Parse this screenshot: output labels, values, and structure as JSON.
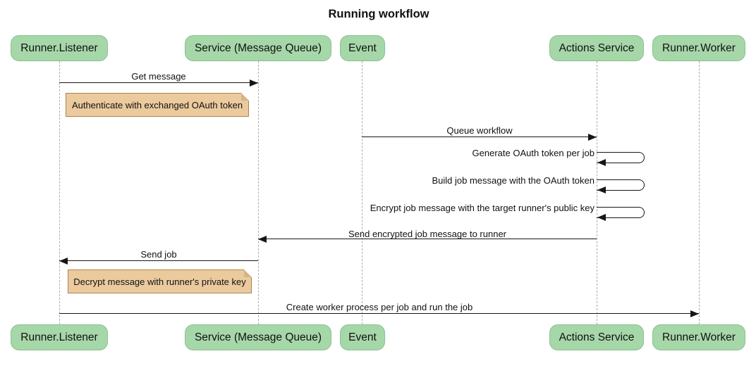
{
  "title": "Running workflow",
  "diagram_type": "sequence",
  "participants": [
    {
      "label": "Runner.Listener"
    },
    {
      "label": "Service (Message Queue)"
    },
    {
      "label": "Event"
    },
    {
      "label": "Actions Service"
    },
    {
      "label": "Runner.Worker"
    }
  ],
  "messages": [
    {
      "label": "Get message",
      "from": "Runner.Listener",
      "to": "Service (Message Queue)"
    },
    {
      "label": "Queue workflow",
      "from": "Event",
      "to": "Actions Service"
    },
    {
      "label": "Generate OAuth token per job",
      "from": "Actions Service",
      "to": "Actions Service",
      "self_loop": true
    },
    {
      "label": "Build job message with the OAuth token",
      "from": "Actions Service",
      "to": "Actions Service",
      "self_loop": true
    },
    {
      "label": "Encrypt job message with the target runner's public key",
      "from": "Actions Service",
      "to": "Actions Service",
      "self_loop": true
    },
    {
      "label": "Send encrypted job message to runner",
      "from": "Actions Service",
      "to": "Service (Message Queue)"
    },
    {
      "label": "Send job",
      "from": "Service (Message Queue)",
      "to": "Runner.Listener"
    },
    {
      "label": "Create worker process per job and run the job",
      "from": "Runner.Listener",
      "to": "Runner.Worker"
    }
  ],
  "notes": [
    {
      "text": "Authenticate with exchanged OAuth token",
      "anchor": "Runner.Listener"
    },
    {
      "text": "Decrypt message with runner's private key",
      "anchor": "Runner.Listener"
    }
  ],
  "colors": {
    "participant_fill": "#a6d7a8",
    "participant_border": "#8cc190",
    "note_fill": "#ebca9e",
    "note_border": "#ae8152",
    "lifeline": "#adadad",
    "arrow": "#161616",
    "background": "#ffffff"
  }
}
